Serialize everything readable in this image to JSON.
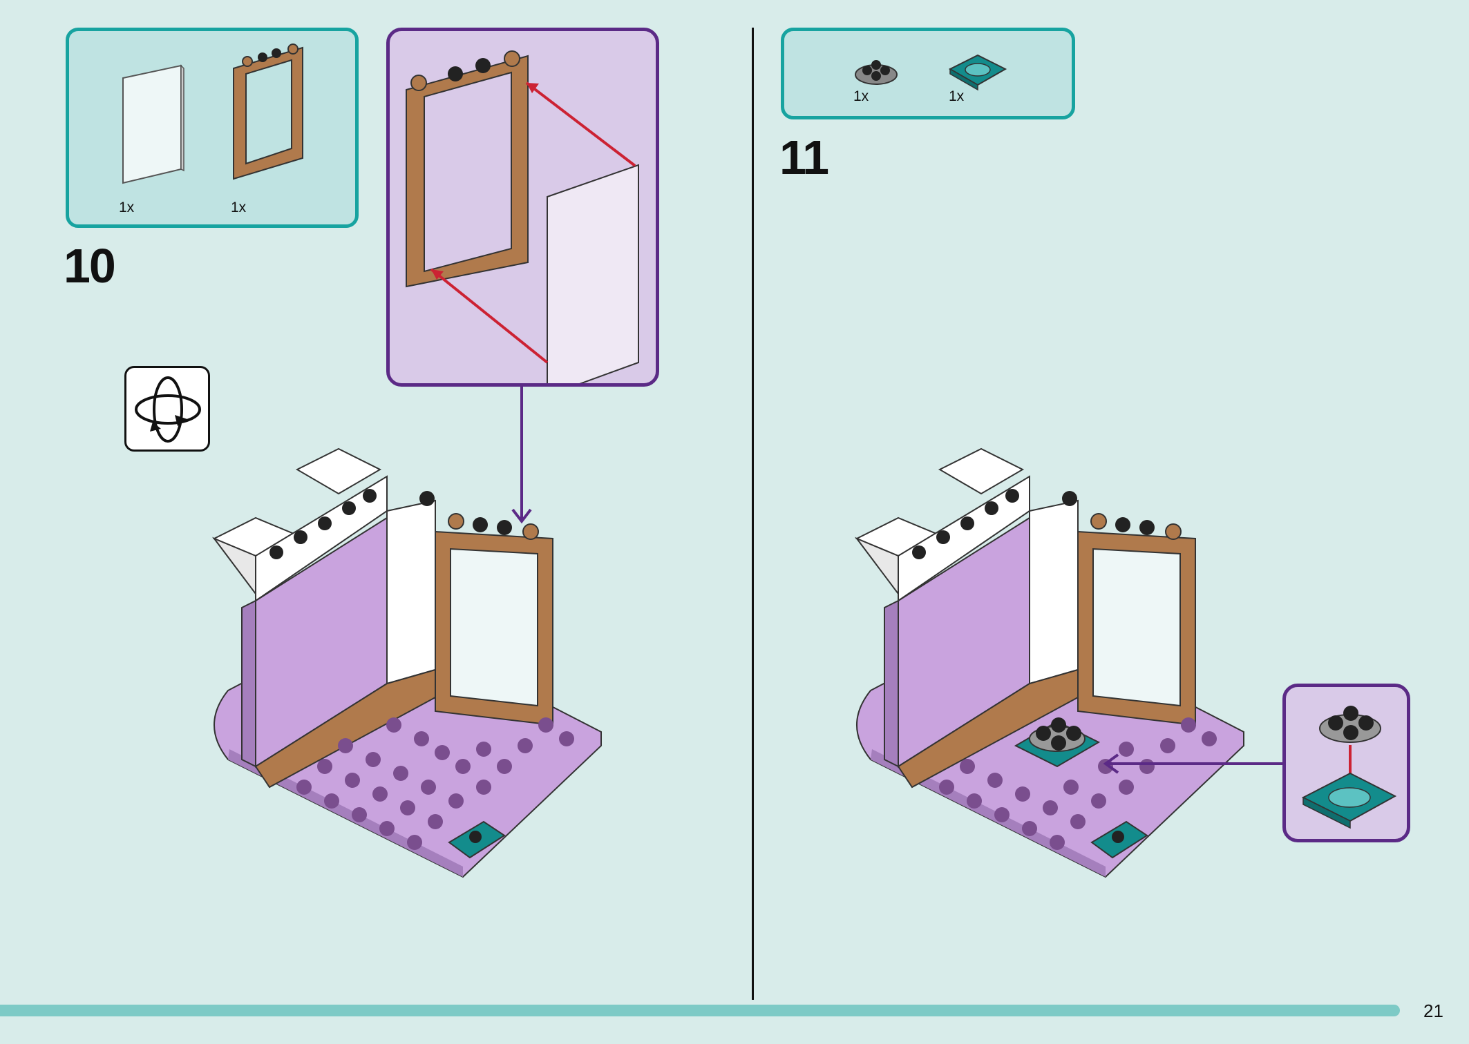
{
  "page": {
    "number": "21"
  },
  "step10": {
    "number": "10",
    "parts": [
      {
        "name": "window-glass-pane",
        "qty": "1x"
      },
      {
        "name": "door-frame-brown",
        "qty": "1x"
      }
    ]
  },
  "step11": {
    "number": "11",
    "parts": [
      {
        "name": "dark-round-plate",
        "qty": "1x"
      },
      {
        "name": "teal-turntable-base",
        "qty": "1x"
      }
    ]
  },
  "colors": {
    "background": "#d8ecea",
    "parts_box": "#bfe3e2",
    "parts_border": "#17a3a0",
    "callout": "#d9cae8",
    "callout_border": "#5b2a86",
    "lavender_plate": "#c9a3de",
    "brown_frame": "#b07a4c",
    "teal_tile": "#138c8c",
    "arrow_red": "#cc2233"
  }
}
